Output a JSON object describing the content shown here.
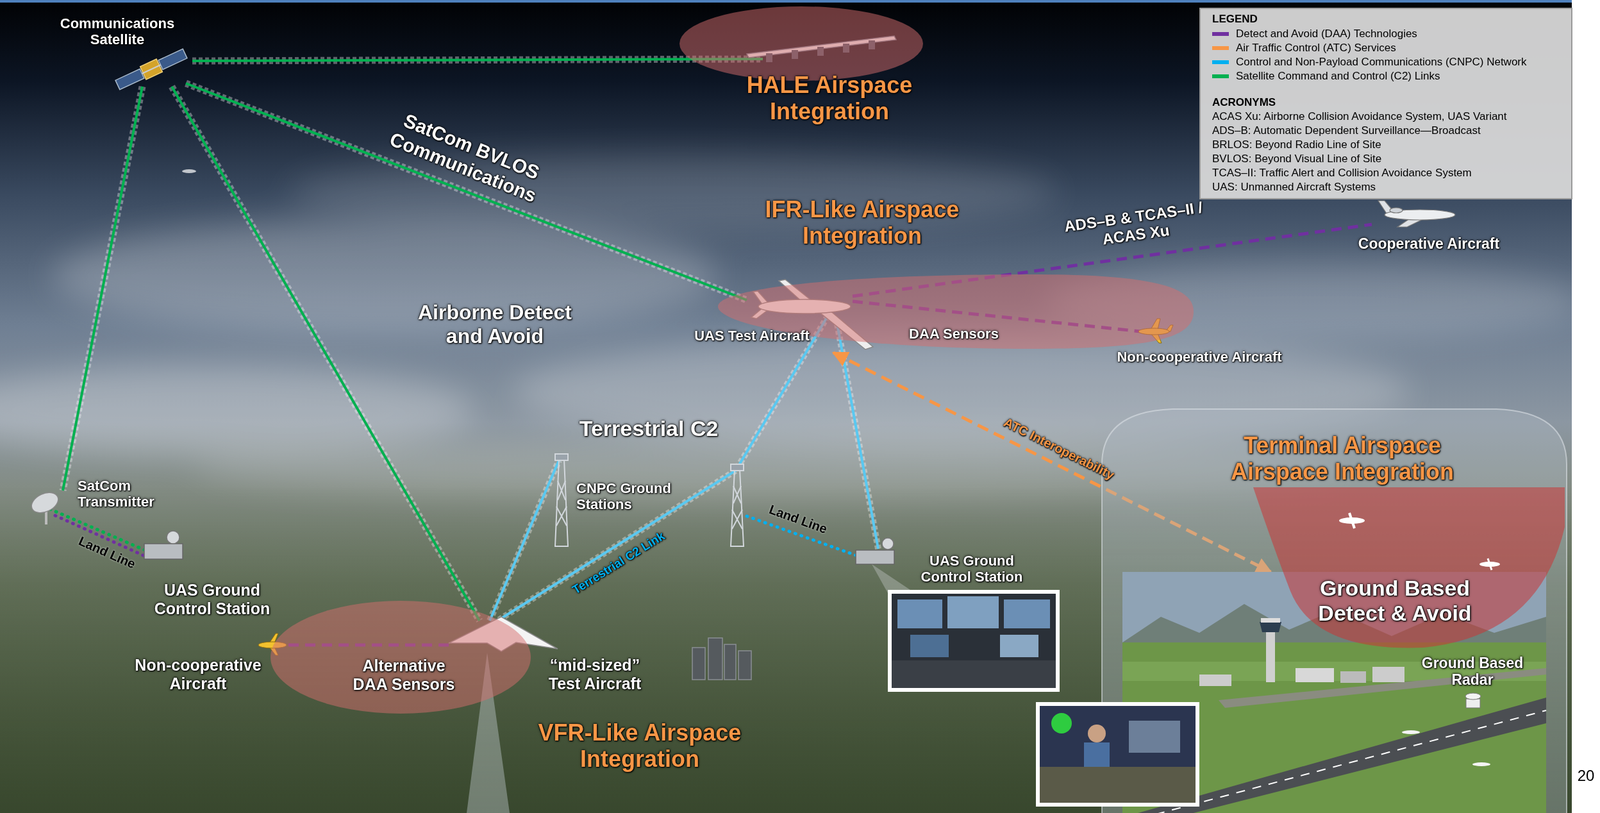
{
  "diagram": {
    "nodes": [
      {
        "text": [
          "HALE Airspace Integration"
        ]
      },
      {
        "text": [
          "IFR-Like Airspace Integration",
          "DAA Sensors"
        ]
      },
      {
        "text": [
          "Terminal Airspace Airspace Integration"
        ]
      },
      {
        "text": [
          "Ground Based Detect & Avoid",
          "Ground Based Radar"
        ],
        "in": 2
      },
      {
        "text": [
          "Alternative DAA Sensors",
          "VFR-Like Airspace Integration"
        ]
      }
    ],
    "edges": [
      {
        "from": 1,
        "to": 3,
        "arrow": "both",
        "label": "ATC Interoperability"
      }
    ],
    "labels": [
      "Communications Satellite",
      "LEGEND",
      "ACRONYMS",
      "ACAS Xu: Airborne Collision Avoidance System, UAS Variant",
      "ADS–B: Automatic Dependent Surveillance—Broadcast",
      "BRLOS: Beyond Radio Line of Site",
      "BVLOS: Beyond Visual Line of Site",
      "TCAS–II: Traffic Alert and Collision Avoidance System",
      "UAS: Unmanned Aircraft Systems",
      "SatCom BVLOS Communications",
      "ADS–B & TCAS–II / ACAS Xu",
      "Cooperative Aircraft",
      "Airborne Detect and Avoid",
      "UAS Test Aircraft",
      "Non-cooperative Aircraft",
      "Terrestrial C2",
      "CNPC Ground Stations",
      "SatCom Transmitter",
      "Land Line",
      "UAS Ground Control Station",
      "Terrestrial C2 Link",
      "Land Line",
      "UAS Ground Control Station",
      "Non-cooperative Aircraft",
      "“mid-sized” Test Aircraft",
      "20"
    ],
    "legend": [
      {
        "text": "Detect and Avoid (DAA) Technologies",
        "color": "#7030a0"
      },
      {
        "text": "Air Traffic Control (ATC) Services",
        "color": "#f79646"
      },
      {
        "text": "Control and Non-Payload Communications (CNPC) Network",
        "color": "#00b0f0"
      },
      {
        "text": "Satellite Command and Control (C2) Links",
        "color": "#00b050"
      }
    ]
  }
}
